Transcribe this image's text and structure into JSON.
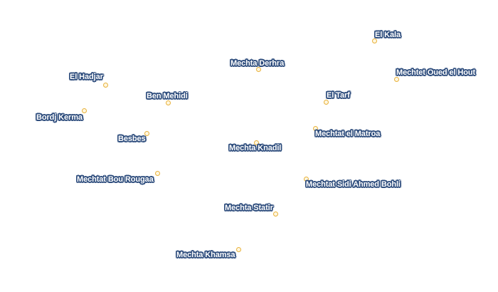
{
  "map": {
    "places": [
      {
        "name": "El Kala"
      },
      {
        "name": "Mechta Derhra"
      },
      {
        "name": "Mechtet Oued el Hout"
      },
      {
        "name": "El Hadjar"
      },
      {
        "name": "Ben Mehidi"
      },
      {
        "name": "El Tarf"
      },
      {
        "name": "Bordj Kerma"
      },
      {
        "name": "Mechtat el Matroa"
      },
      {
        "name": "Besbes"
      },
      {
        "name": "Mechta Knadil"
      },
      {
        "name": "Mechtat Bou Rougaa"
      },
      {
        "name": "Mechtat Sidi Ahmed Bohli"
      },
      {
        "name": "Mechta Statir"
      },
      {
        "name": "Mechta Khamsa"
      }
    ],
    "colors": {
      "marker_stroke": "#e8b13a",
      "label_halo": "#2e4d7d",
      "label_text": "#ffffff"
    }
  }
}
